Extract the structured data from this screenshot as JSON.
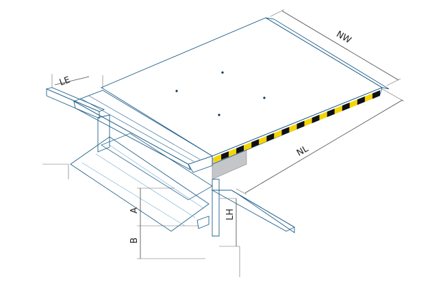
{
  "labels": {
    "nw": "NW",
    "le": "LE",
    "nl": "NL",
    "a": "A",
    "b": "B",
    "lh": "LH"
  },
  "colors": {
    "platform_top": "#2e9fd8",
    "platform_side": "#1f7fbf",
    "platform_front": "#2a8fcb",
    "lip_light": "#a6d8f2",
    "lip_top": "#8ccaec",
    "rail": "#2d8fd0",
    "rail_dark": "#1b6fa8",
    "stripe_yellow": "#f5d400",
    "stripe_black": "#111111",
    "gray_panel": "#c4c6c9",
    "edge_stroke": "#1f5f8a"
  },
  "icons": {
    "stripe": "yellow-black-hazard-stripe"
  }
}
